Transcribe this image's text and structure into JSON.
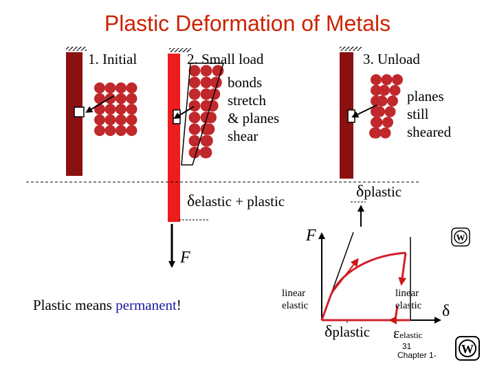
{
  "title": "Plastic Deformation of Metals",
  "stages": [
    {
      "label": "1. Initial"
    },
    {
      "label": "2. Small load",
      "note_lines": [
        "bonds",
        "stretch",
        "& planes",
        "shear"
      ]
    },
    {
      "label": "3. Unload",
      "note_lines": [
        "planes",
        "still",
        "sheared"
      ]
    }
  ],
  "delta_symbol": "δ",
  "delta_elastic_plastic_sub": "elastic + plastic",
  "delta_plastic_sub": "plastic",
  "force_label": "F",
  "caption_prefix": "Plastic means ",
  "caption_highlight": "permanent",
  "caption_suffix": "!",
  "graph": {
    "y_label": "F",
    "x_label": "δ",
    "linear_elastic_left": [
      "linear",
      "elastic"
    ],
    "linear_elastic_right": [
      "linear",
      "elastic"
    ],
    "delta_plastic_sub": "plastic",
    "epsilon_symbol": "ε",
    "epsilon_sub": "elastic"
  },
  "footer": {
    "page": "31",
    "chapter": "Chapter 1-"
  },
  "colors": {
    "title": "#cc2200",
    "rod_dark": "#8b1010",
    "rod_red": "#ee1c1c",
    "atom": "#c0282c",
    "highlight": "#1a1aa6",
    "curve": "#d01f2a"
  }
}
